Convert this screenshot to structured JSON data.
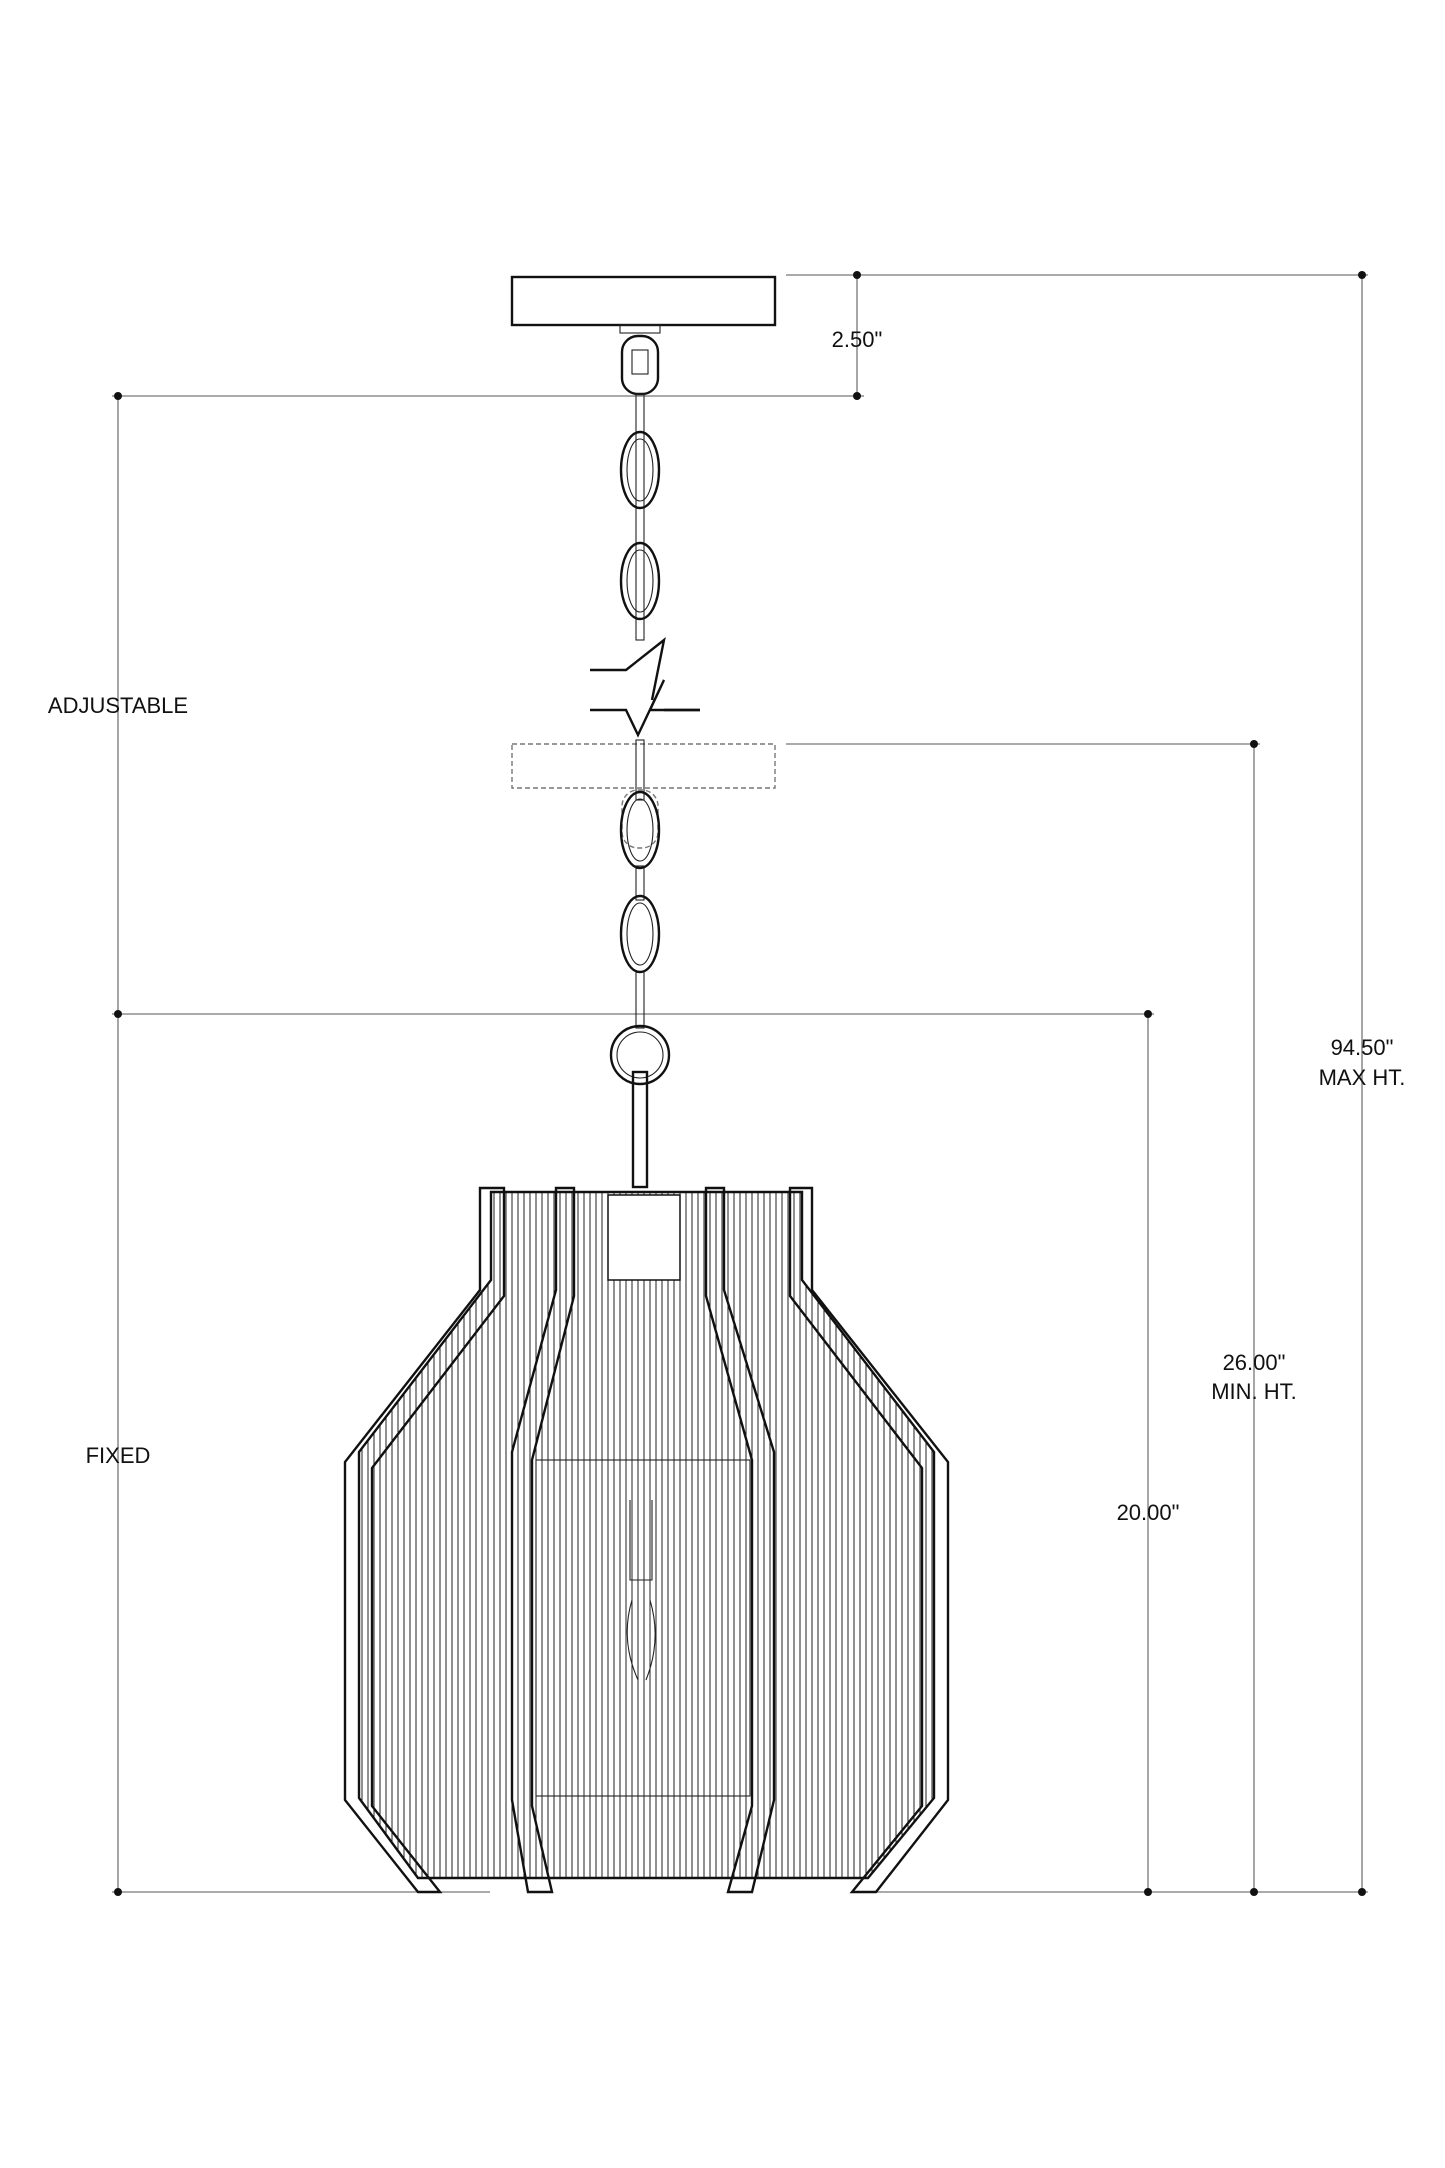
{
  "labels": {
    "canopy_height": "2.50\"",
    "adjustable": "ADJUSTABLE",
    "fixed": "FIXED",
    "max_height_value": "94.50\"",
    "max_height_label": "MAX HT.",
    "min_height_value": "26.00\"",
    "min_height_label": "MIN. HT.",
    "fixture_height": "20.00\""
  },
  "colors": {
    "ink": "#111111",
    "dimension_line": "#777777"
  }
}
